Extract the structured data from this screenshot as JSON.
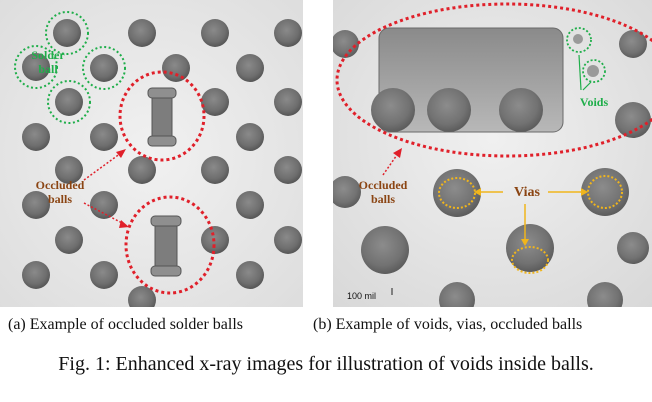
{
  "panel_a": {
    "label_solder_ball": "Solder ball",
    "label_occluded_balls": "Occluded balls",
    "subcaption": "(a) Example of occluded solder balls"
  },
  "panel_b": {
    "label_voids": "Voids",
    "label_vias": "Vias",
    "label_occluded_balls": "Occluded balls",
    "scale_text": "100 mil",
    "subcaption": "(b)  Example of voids, vias,  occluded balls"
  },
  "figure": {
    "caption": "Fig. 1: Enhanced x-ray images for illustration of voids inside balls."
  },
  "colors": {
    "green": "#1fae4a",
    "red": "#e0202a",
    "yellow": "#f0b51c",
    "brown": "#8b4513"
  }
}
